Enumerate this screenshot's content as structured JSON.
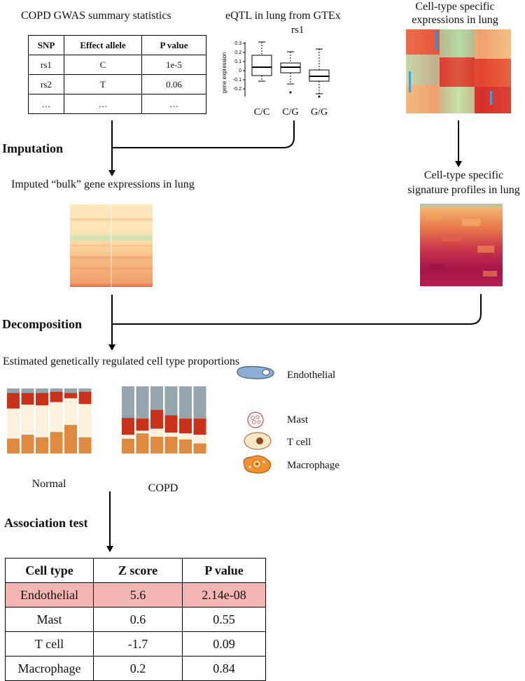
{
  "gwas": {
    "title": "COPD GWAS summary statistics",
    "headers": [
      "SNP",
      "Effect allele",
      "P value"
    ],
    "rows": [
      [
        "rs1",
        "C",
        "1e-5"
      ],
      [
        "rs2",
        "T",
        "0.06"
      ],
      [
        "…",
        "…",
        "…"
      ]
    ]
  },
  "eqtl": {
    "title": "eQTL in lung from GTEx",
    "snp": "rs1",
    "ylabel": "gene expression",
    "yticks": [
      "0.3",
      "0.2",
      "0.1",
      "0",
      "-0.1",
      "-0.2"
    ],
    "genotypes": [
      "C/C",
      "C/G",
      "G/G"
    ]
  },
  "celltype_expr": {
    "title_line1": "Cell-type specific",
    "title_line2": "expressions in lung"
  },
  "imputation": {
    "label": "Imputation"
  },
  "imputed": {
    "title": "Imputed “bulk” gene expressions in lung"
  },
  "signature": {
    "title_line1": "Cell-type specific",
    "title_line2": "signature profiles in lung"
  },
  "decomposition": {
    "label": "Decomposition"
  },
  "estimated": {
    "title": "Estimated genetically regulated cell type proportions"
  },
  "groups": {
    "normal": "Normal",
    "copd": "COPD"
  },
  "colors": {
    "endothelial": "#95a5ae",
    "mast": "#c8321a",
    "tcell": "#fbf1dc",
    "macrophage": "#df8a3f",
    "highlight_row": "#f4b6b3"
  },
  "legend": [
    "Endothelial",
    "Mast",
    "T cell",
    "Macrophage"
  ],
  "association": {
    "label": "Association test",
    "headers": [
      "Cell type",
      "Z score",
      "P value"
    ],
    "rows": [
      [
        "Endothelial",
        "5.6",
        "2.14e-08"
      ],
      [
        "Mast",
        "0.6",
        "0.55"
      ],
      [
        "T cell",
        "-1.7",
        "0.09"
      ],
      [
        "Macrophage",
        "0.2",
        "0.84"
      ]
    ]
  }
}
